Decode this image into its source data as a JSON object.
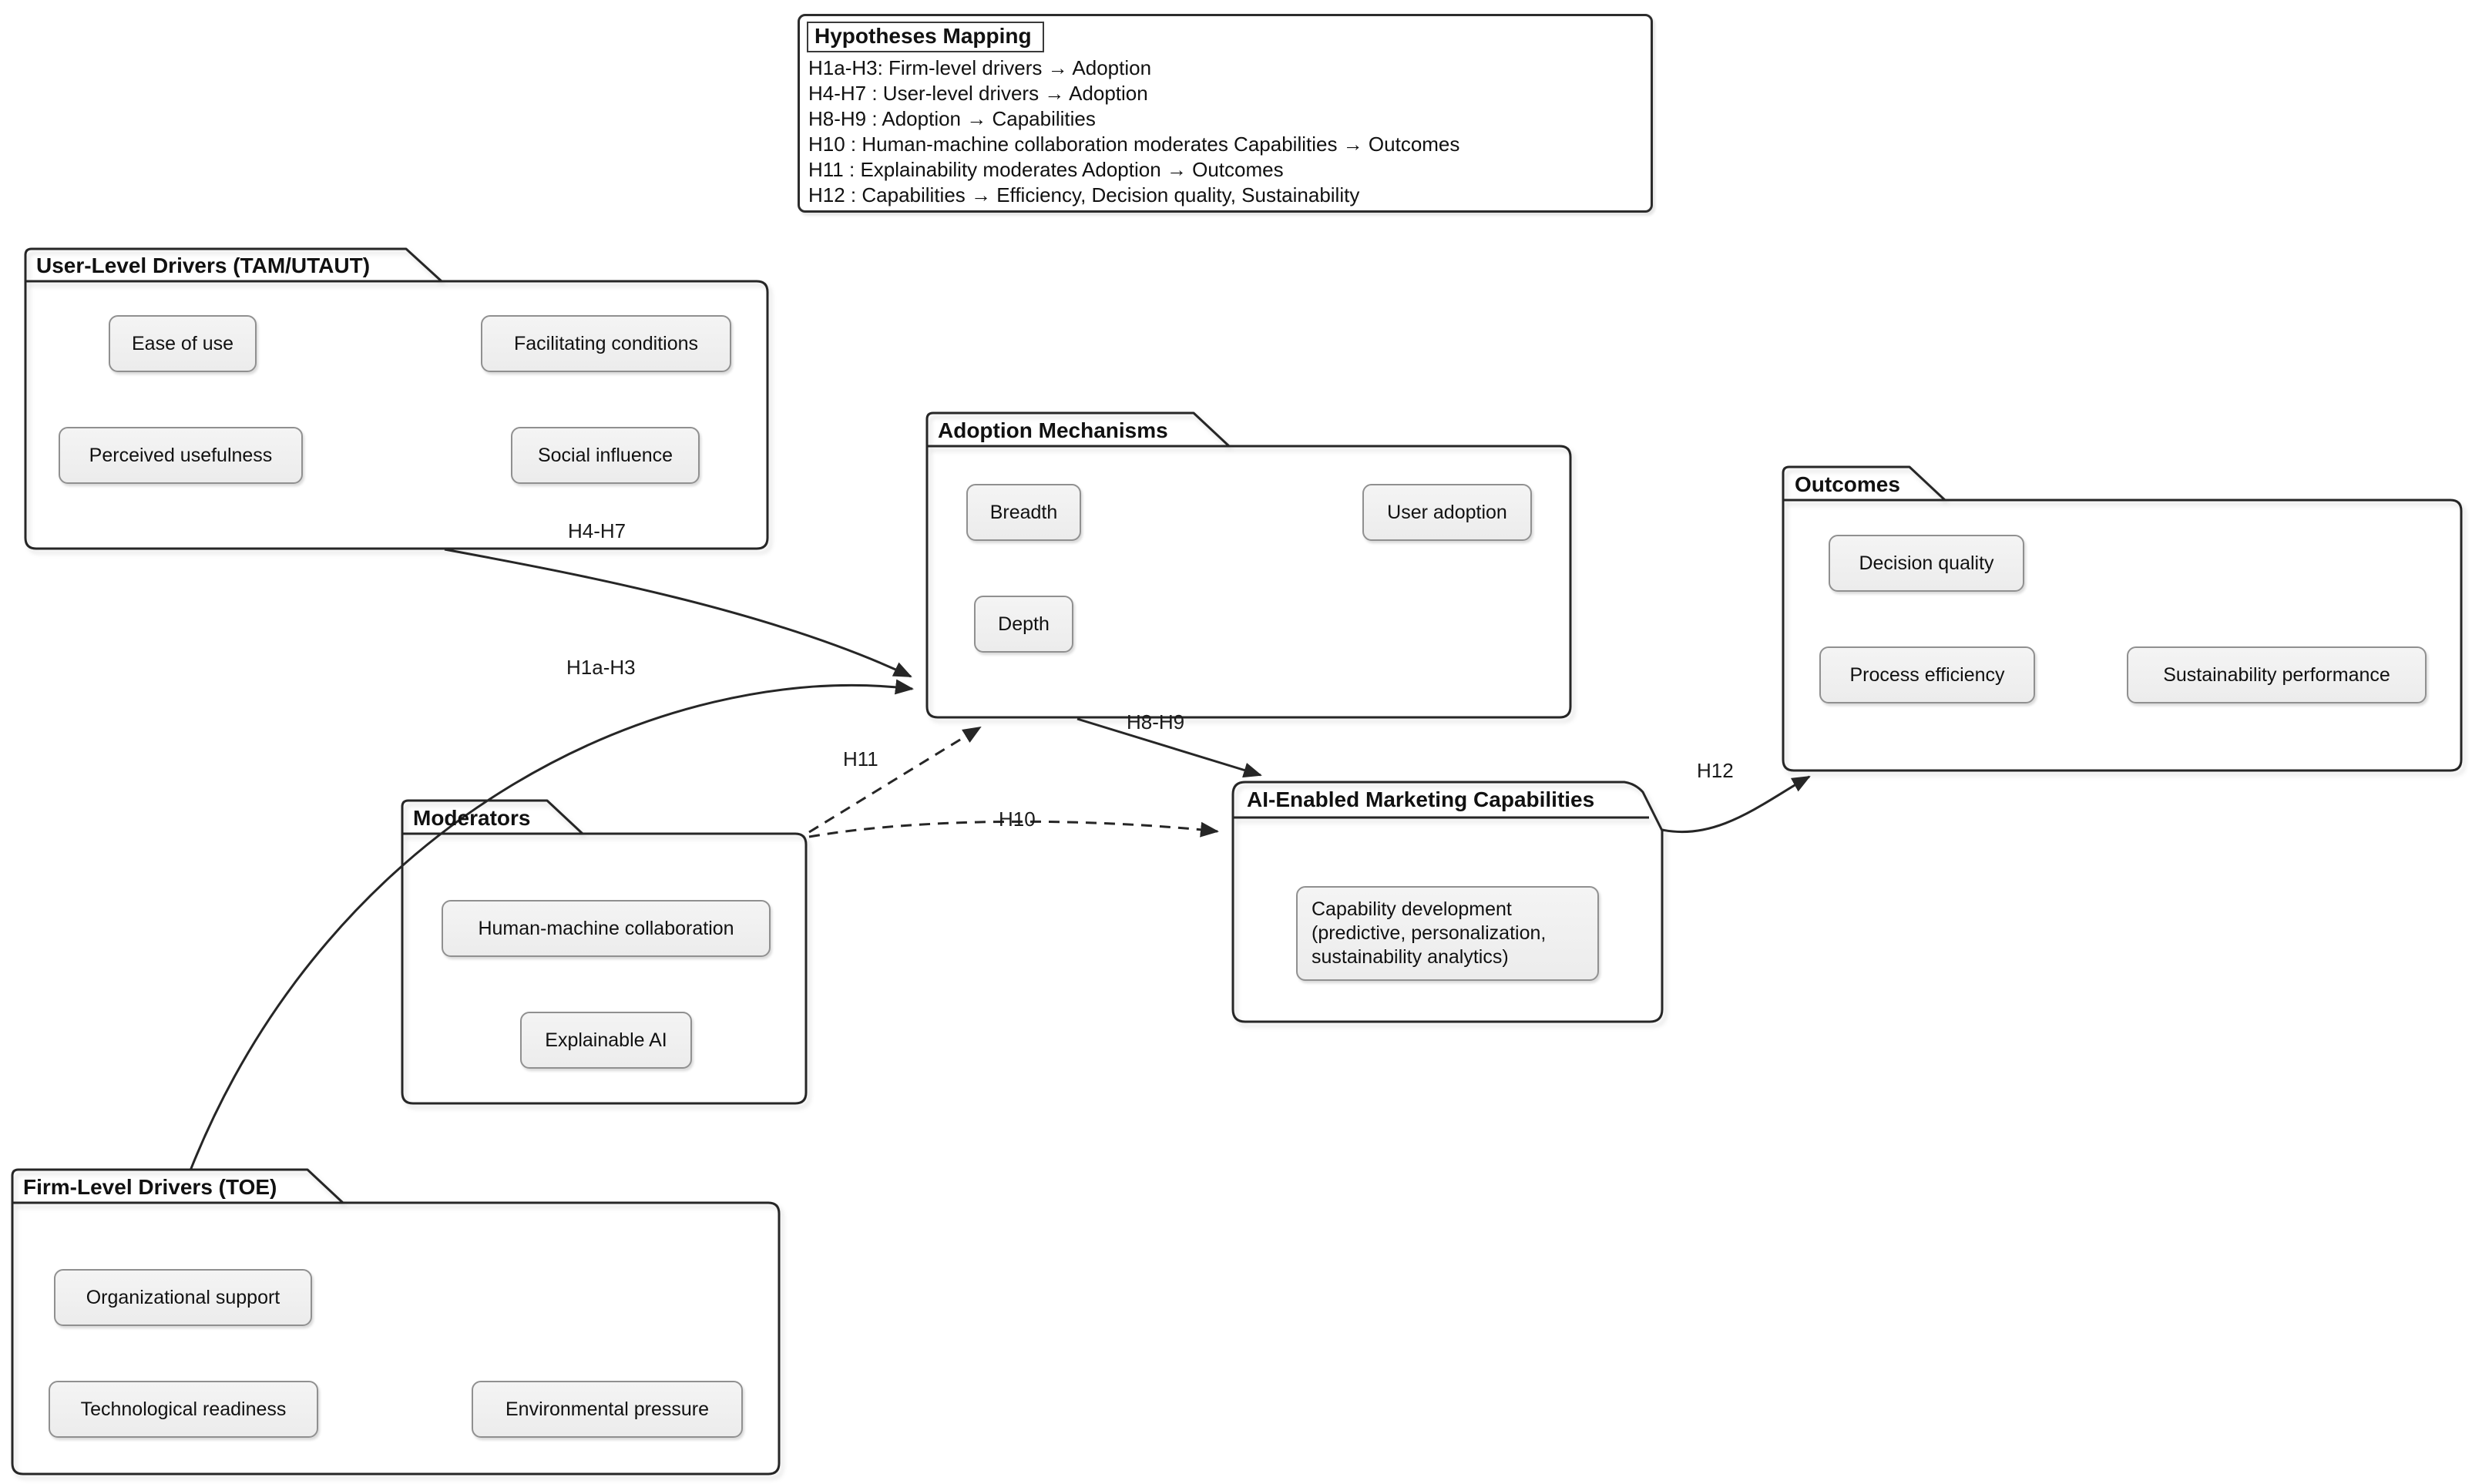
{
  "diagram": {
    "note": {
      "title": "Hypotheses Mapping",
      "lines": [
        "H1a-H3: Firm-level drivers → Adoption",
        "H4-H7 : User-level drivers → Adoption",
        "H8-H9 : Adoption → Capabilities",
        "H10 : Human-machine collaboration moderates Capabilities → Outcomes",
        "H11 : Explainability moderates Adoption → Outcomes",
        "H12 : Capabilities → Efficiency, Decision quality, Sustainability"
      ]
    },
    "packages": {
      "user_level": {
        "title": "User-Level Drivers (TAM/UTAUT)",
        "nodes": {
          "ease": "Ease of use",
          "facilitating": "Facilitating conditions",
          "perceived": "Perceived usefulness",
          "social": "Social influence"
        }
      },
      "adoption": {
        "title": "Adoption Mechanisms",
        "nodes": {
          "breadth": "Breadth",
          "user_adoption": "User adoption",
          "depth": "Depth"
        }
      },
      "outcomes": {
        "title": "Outcomes",
        "nodes": {
          "decision": "Decision quality",
          "process": "Process efficiency",
          "sustainability": "Sustainability performance"
        }
      },
      "moderators": {
        "title": "Moderators",
        "nodes": {
          "hmc": "Human-machine collaboration",
          "xai": "Explainable AI"
        }
      },
      "ai_caps": {
        "title": "AI-Enabled Marketing Capabilities",
        "nodes": {
          "capdev": "Capability development\n(predictive, personalization,\nsustainability analytics)"
        }
      },
      "firm_level": {
        "title": "Firm-Level Drivers (TOE)",
        "nodes": {
          "org": "Organizational support",
          "tech": "Technological readiness",
          "env": "Environmental pressure"
        }
      }
    },
    "edge_labels": {
      "h1ah3": "H1a-H3",
      "h4h7": "H4-H7",
      "h8h9": "H8-H9",
      "h10": "H10",
      "h11": "H11",
      "h12": "H12"
    },
    "colors": {
      "border": "#262626",
      "blue": "#dcebfa",
      "mint": "#def9ee",
      "cream": "#fdf8e3",
      "white": "#fefefe",
      "node_fill": "#f0f0f0",
      "node_border": "#909090"
    }
  }
}
